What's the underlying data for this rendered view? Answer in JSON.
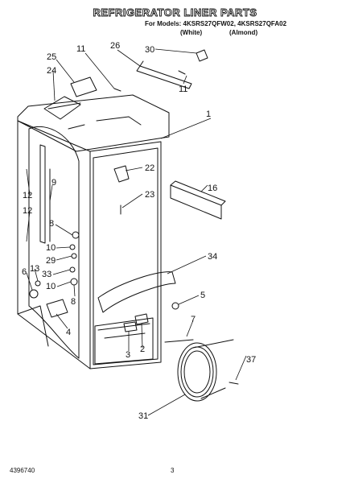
{
  "header": {
    "title": "REFRIGERATOR LINER PARTS",
    "models_line": "For Models: 4KSRS27QFW02, 4KSRS27QFA02",
    "variant_white": "(White)",
    "variant_almond": "(Almond)"
  },
  "callouts": {
    "c30": "30",
    "c11a": "11",
    "c26": "26",
    "c25": "25",
    "c24": "24",
    "c11b": "11",
    "c1": "1",
    "c22": "22",
    "c9": "9",
    "c16": "16",
    "c23": "23",
    "c12a": "12",
    "c12b": "12",
    "c8a": "8",
    "c10a": "10",
    "c29": "29",
    "c34": "34",
    "c13": "13",
    "c6": "6",
    "c33": "33",
    "c10b": "10",
    "c8b": "8",
    "c5": "5",
    "c4": "4",
    "c7": "7",
    "c3": "3",
    "c2": "2",
    "c37": "37",
    "c31": "31"
  },
  "footer": {
    "doc_number": "4396740",
    "page_number": "3"
  }
}
